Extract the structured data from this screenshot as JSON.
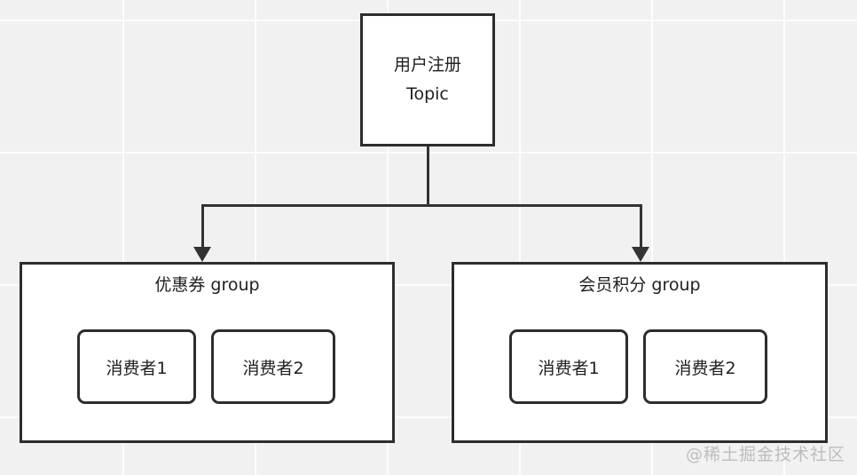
{
  "diagram": {
    "topic": {
      "line1": "用户注册",
      "line2": "Topic"
    },
    "groups": [
      {
        "label": "优惠券 group",
        "consumers": [
          "消费者1",
          "消费者2"
        ]
      },
      {
        "label": "会员积分 group",
        "consumers": [
          "消费者1",
          "消费者2"
        ]
      }
    ],
    "watermark": "@稀土掘金技术社区",
    "colors": {
      "background": "#f1f1f2",
      "grid_line": "#fafafa",
      "box_border": "#2d2d2d",
      "box_fill": "#ffffff",
      "edge": "#333333",
      "text": "#1f1f1f",
      "watermark_text": "#bdbdc0"
    }
  }
}
